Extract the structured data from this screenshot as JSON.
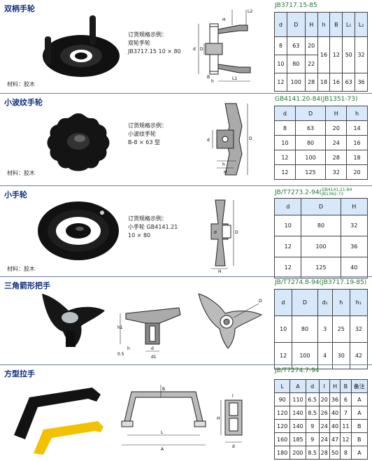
{
  "sections": [
    {
      "title": "双柄手轮",
      "material": "材料：胶木",
      "order": [
        "订货规格示例：",
        "双轮手轮",
        "JB3717.15  10 × 80"
      ],
      "standard": "JB3717.15-85",
      "headers": [
        "d",
        "D",
        "H",
        "h",
        "B",
        "L₁",
        "L₂"
      ],
      "rows": [
        [
          "8",
          "63",
          "20",
          "16",
          "12",
          "50",
          "32"
        ],
        [
          "10",
          "80",
          "22",
          "",
          "",
          "",
          ""
        ],
        [
          "12",
          "100",
          "28",
          "18",
          "16",
          "63",
          "36"
        ]
      ]
    },
    {
      "title": "小波纹手轮",
      "material": "材料：胶木",
      "order": [
        "订货规格示例：",
        "小波纹手轮",
        "B-8 × 63 型"
      ],
      "standard": "GB4141.20-84(JB1351-73)",
      "headers": [
        "d",
        "D",
        "H",
        "h"
      ],
      "rows": [
        [
          "8",
          "63",
          "20",
          "14"
        ],
        [
          "10",
          "80",
          "24",
          "16"
        ],
        [
          "12",
          "100",
          "28",
          "18"
        ],
        [
          "12",
          "125",
          "32",
          "20"
        ]
      ]
    },
    {
      "title": "小手轮",
      "material": "材料：胶木",
      "order": [
        "订货规格示例：",
        "小手轮  GB4141.21",
        "10 × 80"
      ],
      "standard": "JB/T7273.2-94(",
      "standard_sub": [
        "GB4141.21-84",
        "JB1362-73"
      ],
      "headers": [
        "d",
        "D",
        "H"
      ],
      "rows": [
        [
          "10",
          "80",
          "32"
        ],
        [
          "12",
          "100",
          "36"
        ],
        [
          "12",
          "125",
          "40"
        ]
      ]
    },
    {
      "title": "三角箭形把手",
      "standard": "JB/T7274.8-94(JB3717.19-85)",
      "headers": [
        "d",
        "D",
        "d₁",
        "h",
        "h₁"
      ],
      "rows": [
        [
          "10",
          "80",
          "3",
          "25",
          "32"
        ],
        [
          "12",
          "100",
          "4",
          "30",
          "42"
        ]
      ]
    },
    {
      "title": "方型拉手",
      "standard": "JB/T7274.7-94",
      "headers": [
        "L",
        "A",
        "d",
        "l",
        "H",
        "B",
        "备注"
      ],
      "rows": [
        [
          "90",
          "110",
          "6.5",
          "20",
          "36",
          "6",
          "A"
        ],
        [
          "120",
          "140",
          "8.5",
          "26",
          "40",
          "7",
          "A"
        ],
        [
          "120",
          "140",
          "9",
          "24",
          "40",
          "11",
          "B"
        ],
        [
          "160",
          "185",
          "9",
          "24",
          "47",
          "12",
          "B"
        ],
        [
          "180",
          "200",
          "8.5",
          "28",
          "50",
          "8",
          "A"
        ]
      ]
    }
  ],
  "drawing_labels": {
    "s1": [
      "L2",
      "H",
      "d",
      "D",
      "B",
      "h",
      "L1"
    ],
    "s2": [
      "d",
      "D",
      "H",
      "h"
    ],
    "s3": [
      "d",
      "D",
      "H"
    ],
    "s4": [
      "D",
      "h1",
      "h",
      "0.5",
      "d",
      "d1"
    ],
    "s5": [
      "B",
      "H",
      "L",
      "A",
      "l",
      "d"
    ]
  }
}
